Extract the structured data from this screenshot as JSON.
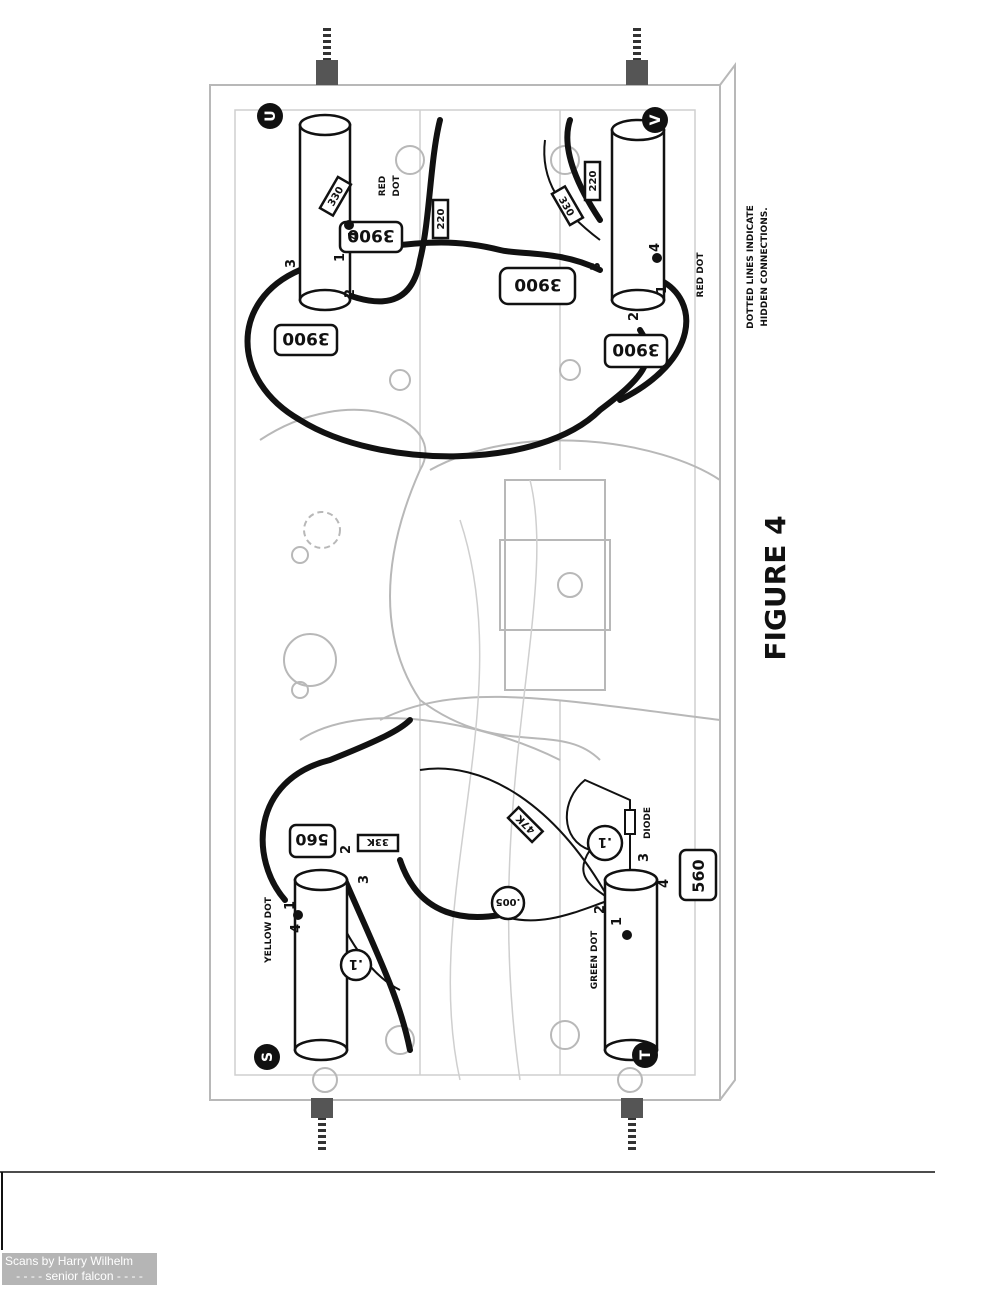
{
  "figure_title": "FIGURE 4",
  "note": {
    "line1": "DOTTED LINES INDICATE",
    "line2": "HIDDEN CONNECTIONS."
  },
  "coils": {
    "s": "S",
    "t": "T",
    "u": "U",
    "v": "V"
  },
  "labels": {
    "r3900_a": "3900",
    "r3900_b": "3900",
    "r3900_c": "3900",
    "r3900_d": "3900",
    "r220_a": "220",
    "r220_b": "220",
    "r330_a": "330",
    "r330_b": "330",
    "red_dot_u_1": "RED",
    "red_dot_u_2": "DOT",
    "red_dot_v": "RED DOT",
    "r560_a": "560",
    "r560_b": "560",
    "r33k": "33K",
    "r47k": "47K",
    "c1_a": ".1",
    "c1_b": ".1",
    "c005": ".005",
    "diode": "DIODE",
    "green_dot": "GREEN DOT",
    "yellow_dot": "YELLOW DOT"
  },
  "terminals": {
    "n1": "1",
    "n2": "2",
    "n3": "3",
    "n4": "4"
  },
  "credit": {
    "line1": "Scans by Harry Wilhelm",
    "line2": "- - - - senior falcon - - - -"
  }
}
